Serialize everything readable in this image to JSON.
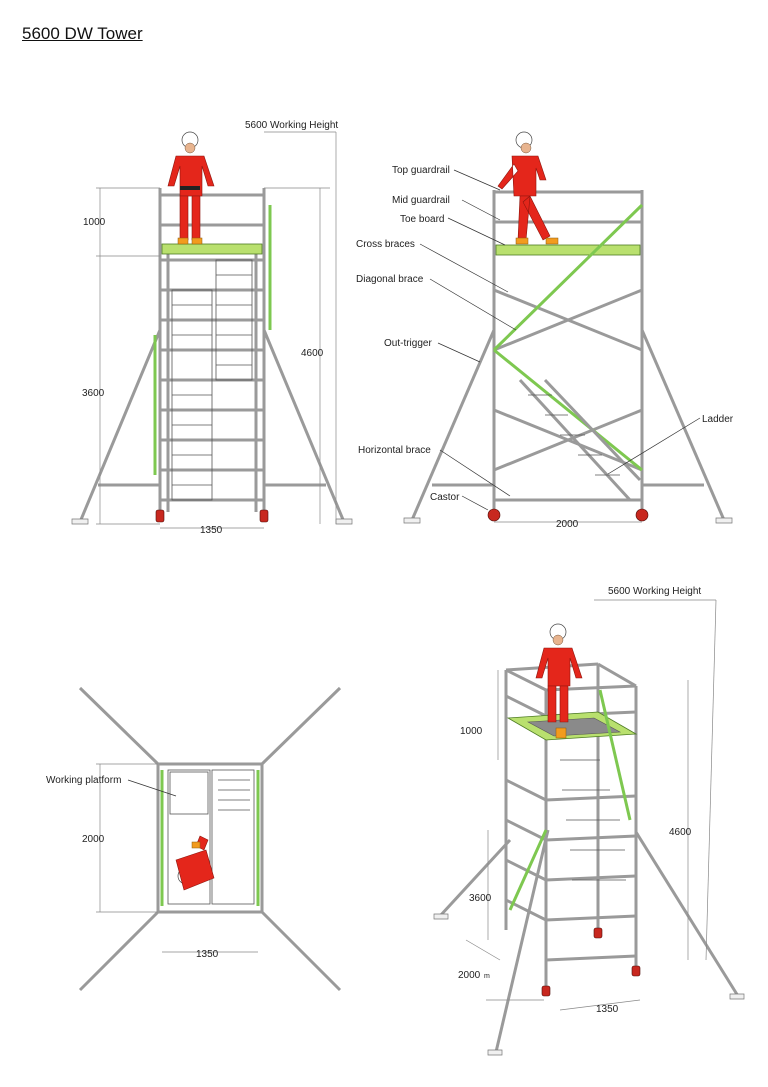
{
  "title": "5600 DW Tower",
  "front_view": {
    "working_height": "5600 Working Height",
    "dim_guard": "1000",
    "dim_lower": "3600",
    "dim_total": "4600",
    "dim_width": "1350"
  },
  "side_view": {
    "labels": {
      "top_guardrail": "Top guardrail",
      "mid_guardrail": "Mid guardrail",
      "toe_board": "Toe board",
      "cross_braces": "Cross braces",
      "diagonal_brace": "Diagonal brace",
      "out_trigger": "Out-trigger",
      "ladder": "Ladder",
      "horizontal_brace": "Horizontal brace",
      "castor": "Castor"
    },
    "dim_length": "2000"
  },
  "plan_view": {
    "working_platform": "Working platform",
    "dim_length": "2000",
    "dim_width": "1350"
  },
  "iso_view": {
    "working_height": "5600 Working Height",
    "dim_guard": "1000",
    "dim_total": "4600",
    "dim_lower": "3600",
    "dim_length": "2000",
    "dim_length_unit": "m",
    "dim_width": "1350"
  },
  "colors": {
    "frame": "#9a9a9a",
    "brace_green": "#7ec850",
    "platform": "#b9e06e",
    "worker": "#e4261b",
    "castor": "#c8281f"
  }
}
